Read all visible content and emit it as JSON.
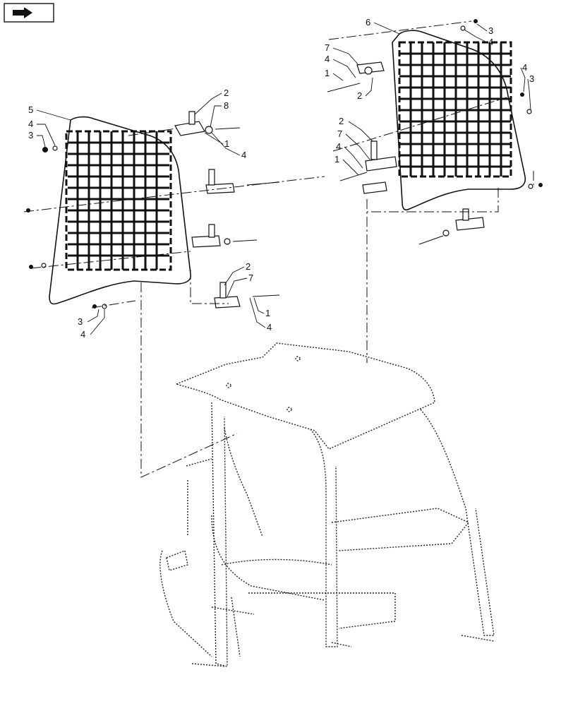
{
  "nav_icon": "arrow-right-icon",
  "callouts": {
    "left_frame": "5",
    "right_frame": "6",
    "item_1": "1",
    "item_2": "2",
    "item_3": "3",
    "item_4": "4",
    "item_7": "7",
    "item_8": "8"
  },
  "colors": {
    "ink": "#111111",
    "background": "#ffffff"
  }
}
